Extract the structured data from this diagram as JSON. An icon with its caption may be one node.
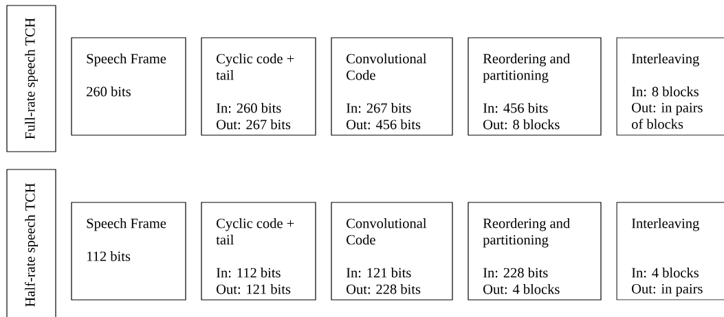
{
  "diagram": {
    "nodes": [
      {
        "text": [
          "Full-rate speech TCH"
        ]
      },
      {
        "text": [
          "Speech Frame",
          "260 bits"
        ]
      },
      {
        "text": [
          "Cyclic code + tail",
          "In: 260 bits",
          "Out: 267 bits"
        ]
      },
      {
        "text": [
          "Convolutional Code",
          "In: 267 bits",
          "Out: 456 bits"
        ]
      },
      {
        "text": [
          "Reordering and partitioning",
          "In: 456 bits",
          "Out: 8 blocks"
        ]
      },
      {
        "text": [
          "Interleaving",
          "In: 8 blocks",
          "Out: in pairs of blocks"
        ]
      },
      {
        "text": [
          "Half-rate speech TCH"
        ]
      },
      {
        "text": [
          "Speech Frame",
          "112 bits"
        ]
      },
      {
        "text": [
          "Cyclic code + tail",
          "In: 112 bits",
          "Out: 121 bits"
        ]
      },
      {
        "text": [
          "Convolutional Code",
          "In: 121 bits",
          "Out: 228 bits"
        ]
      },
      {
        "text": [
          "Reordering and partitioning",
          "In: 228 bits",
          "Out: 4 blocks"
        ]
      },
      {
        "text": [
          "Interleaving",
          "In: 4 blocks",
          "Out: in pairs"
        ]
      }
    ]
  }
}
